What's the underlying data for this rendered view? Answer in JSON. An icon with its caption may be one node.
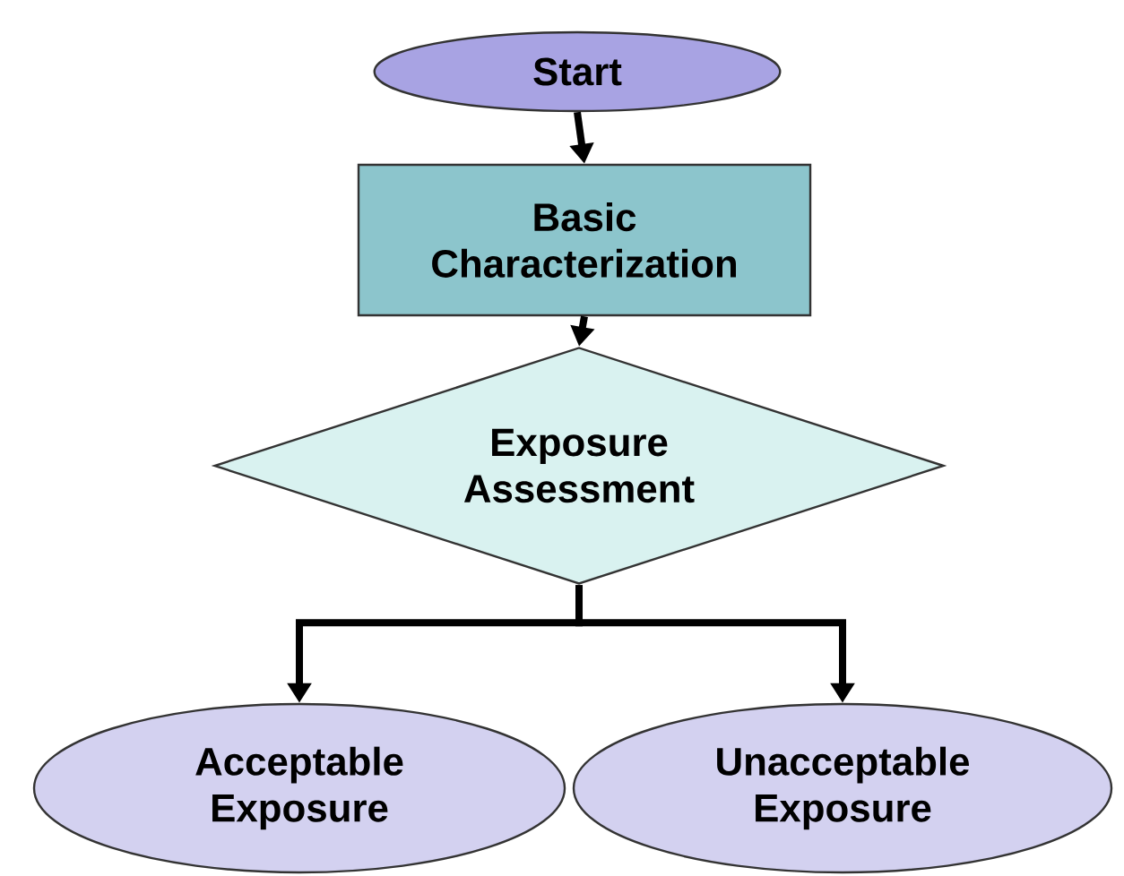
{
  "diagram": {
    "nodes": [
      {
        "text": [
          "Start"
        ]
      },
      {
        "text": [
          "Basic Characterization"
        ]
      },
      {
        "text": [
          "Exposure Assessment"
        ]
      },
      {
        "text": [
          "Acceptable Exposure"
        ]
      },
      {
        "text": [
          "Unacceptable Exposure"
        ]
      }
    ],
    "edges": [
      {
        "from": 0,
        "to": 1,
        "arrow": "to"
      },
      {
        "from": 1,
        "to": 2,
        "arrow": "to"
      },
      {
        "from": 2,
        "to": 3,
        "arrow": "to"
      },
      {
        "from": 2,
        "to": 4,
        "arrow": "to"
      }
    ]
  }
}
